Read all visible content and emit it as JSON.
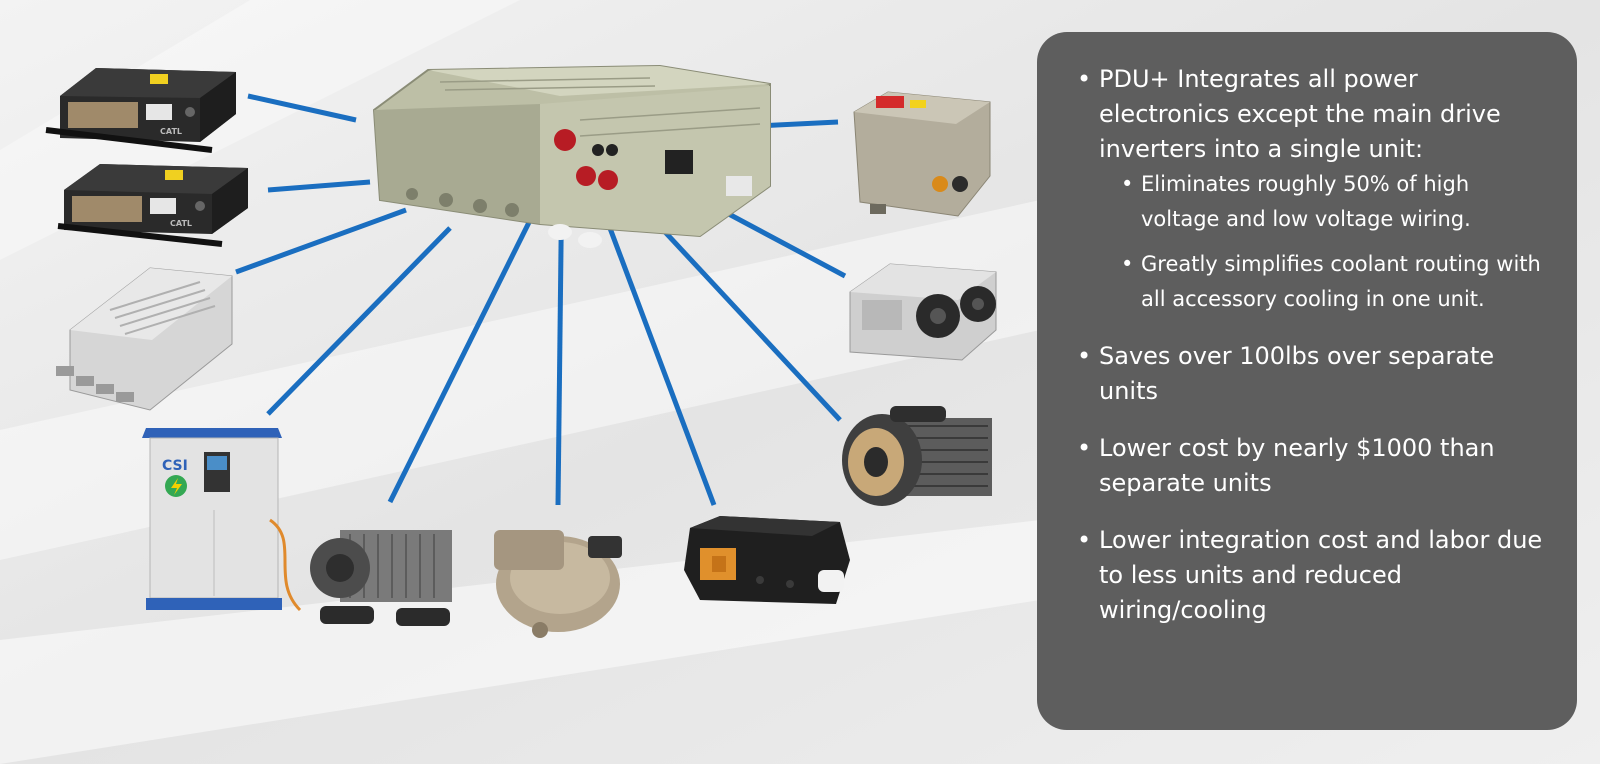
{
  "bullets": [
    {
      "text": "PDU+ Integrates all power electronics except the main drive inverters into a single unit:",
      "sub": [
        "Eliminates roughly 50% of high voltage and low voltage wiring.",
        "Greatly simplifies coolant routing with all accessory cooling in one unit."
      ]
    },
    {
      "text": "Saves over 100lbs over separate units"
    },
    {
      "text": "Lower cost by nearly $1000 than separate units"
    },
    {
      "text": "Lower integration cost and labor due to less units and reduced wiring/cooling"
    }
  ],
  "battery_brand": "CATL",
  "charger_brand": "CSI",
  "colors": {
    "connector_line": "#1a6ec0",
    "panel_bg": "#5e5e5e",
    "panel_text": "#ffffff"
  }
}
